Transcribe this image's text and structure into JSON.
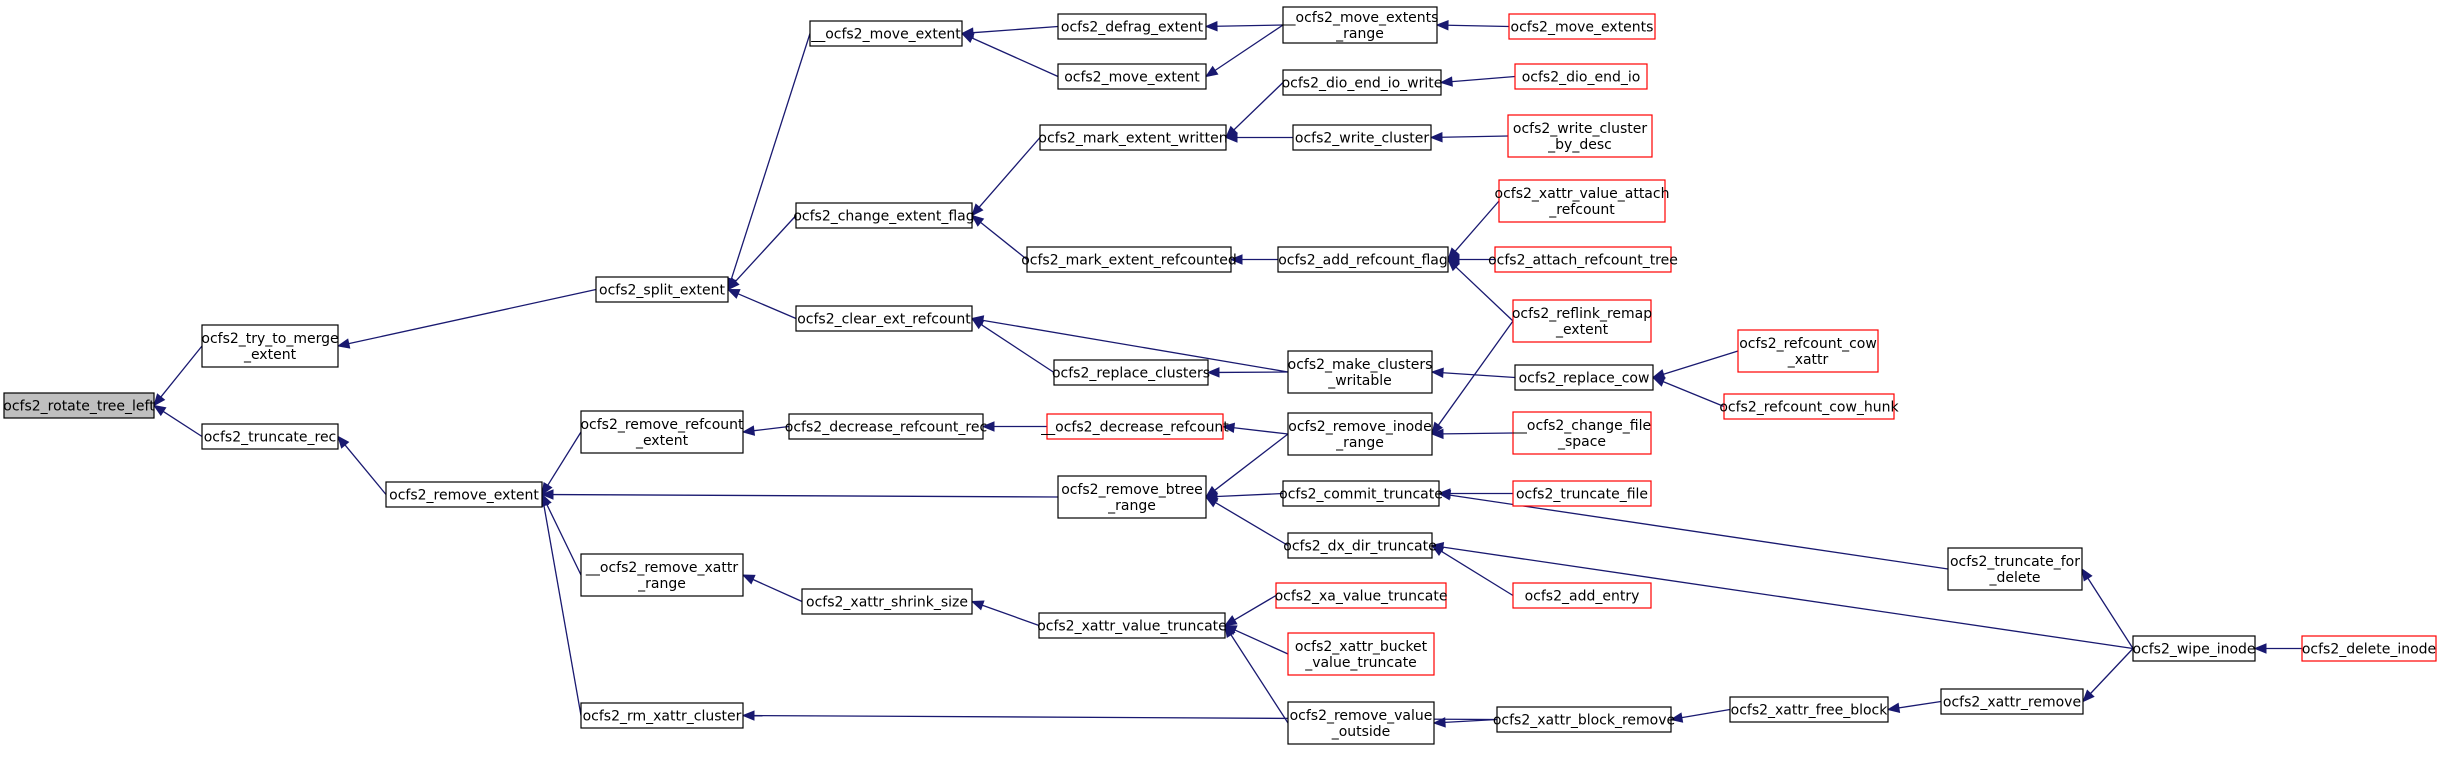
{
  "colors": {
    "edge": "#191970",
    "node_border": "#000000",
    "node_border_incomplete": "#ff0000",
    "root_fill": "#bfbfbf",
    "node_fill": "#ffffff"
  },
  "nodes": {
    "rotate_tree_left": {
      "lines": [
        "ocfs2_rotate_tree_left"
      ],
      "style": "root"
    },
    "try_to_merge_extent": {
      "lines": [
        "ocfs2_try_to_merge",
        "_extent"
      ],
      "style": "normal"
    },
    "truncate_rec": {
      "lines": [
        "ocfs2_truncate_rec"
      ],
      "style": "normal"
    },
    "split_extent": {
      "lines": [
        "ocfs2_split_extent"
      ],
      "style": "normal"
    },
    "remove_extent": {
      "lines": [
        "ocfs2_remove_extent"
      ],
      "style": "normal"
    },
    "__move_extent": {
      "lines": [
        "__ocfs2_move_extent"
      ],
      "style": "normal"
    },
    "change_extent_flag": {
      "lines": [
        "ocfs2_change_extent_flag"
      ],
      "style": "normal"
    },
    "clear_ext_refcount": {
      "lines": [
        "ocfs2_clear_ext_refcount"
      ],
      "style": "normal"
    },
    "remove_refcount_extent": {
      "lines": [
        "ocfs2_remove_refcount",
        "_extent"
      ],
      "style": "normal"
    },
    "__remove_xattr_range": {
      "lines": [
        "__ocfs2_remove_xattr",
        "_range"
      ],
      "style": "normal"
    },
    "rm_xattr_cluster": {
      "lines": [
        "ocfs2_rm_xattr_cluster"
      ],
      "style": "normal"
    },
    "defrag_extent": {
      "lines": [
        "ocfs2_defrag_extent"
      ],
      "style": "normal"
    },
    "move_extent": {
      "lines": [
        "ocfs2_move_extent"
      ],
      "style": "normal"
    },
    "mark_extent_written": {
      "lines": [
        "ocfs2_mark_extent_written"
      ],
      "style": "normal"
    },
    "mark_extent_refcounted": {
      "lines": [
        "ocfs2_mark_extent_refcounted"
      ],
      "style": "normal"
    },
    "replace_clusters": {
      "lines": [
        "ocfs2_replace_clusters"
      ],
      "style": "normal"
    },
    "decrease_refcount_rec": {
      "lines": [
        "ocfs2_decrease_refcount_rec"
      ],
      "style": "normal"
    },
    "remove_btree_range": {
      "lines": [
        "ocfs2_remove_btree",
        "_range"
      ],
      "style": "normal"
    },
    "xattr_shrink_size": {
      "lines": [
        "ocfs2_xattr_shrink_size"
      ],
      "style": "normal"
    },
    "xattr_value_truncate": {
      "lines": [
        "ocfs2_xattr_value_truncate"
      ],
      "style": "normal"
    },
    "__move_extents_range": {
      "lines": [
        "__ocfs2_move_extents",
        "_range"
      ],
      "style": "normal"
    },
    "dio_end_io_write": {
      "lines": [
        "ocfs2_dio_end_io_write"
      ],
      "style": "normal"
    },
    "write_cluster": {
      "lines": [
        "ocfs2_write_cluster"
      ],
      "style": "normal"
    },
    "add_refcount_flag": {
      "lines": [
        "ocfs2_add_refcount_flag"
      ],
      "style": "normal"
    },
    "make_clusters_writable": {
      "lines": [
        "ocfs2_make_clusters",
        "_writable"
      ],
      "style": "normal"
    },
    "__decrease_refcount": {
      "lines": [
        "__ocfs2_decrease_refcount"
      ],
      "style": "incomplete"
    },
    "remove_inode_range": {
      "lines": [
        "ocfs2_remove_inode",
        "_range"
      ],
      "style": "normal"
    },
    "commit_truncate": {
      "lines": [
        "ocfs2_commit_truncate"
      ],
      "style": "normal"
    },
    "dx_dir_truncate": {
      "lines": [
        "ocfs2_dx_dir_truncate"
      ],
      "style": "normal"
    },
    "xa_value_truncate": {
      "lines": [
        "ocfs2_xa_value_truncate"
      ],
      "style": "incomplete"
    },
    "xattr_bucket_value_truncate": {
      "lines": [
        "ocfs2_xattr_bucket",
        "_value_truncate"
      ],
      "style": "incomplete"
    },
    "remove_value_outside": {
      "lines": [
        "ocfs2_remove_value",
        "_outside"
      ],
      "style": "normal"
    },
    "move_extents": {
      "lines": [
        "ocfs2_move_extents"
      ],
      "style": "incomplete"
    },
    "dio_end_io": {
      "lines": [
        "ocfs2_dio_end_io"
      ],
      "style": "incomplete"
    },
    "write_cluster_by_desc": {
      "lines": [
        "ocfs2_write_cluster",
        "_by_desc"
      ],
      "style": "incomplete"
    },
    "xattr_value_attach_refcount": {
      "lines": [
        "ocfs2_xattr_value_attach",
        "_refcount"
      ],
      "style": "incomplete"
    },
    "attach_refcount_tree": {
      "lines": [
        "ocfs2_attach_refcount_tree"
      ],
      "style": "incomplete"
    },
    "reflink_remap_extent": {
      "lines": [
        "ocfs2_reflink_remap",
        "_extent"
      ],
      "style": "incomplete"
    },
    "replace_cow": {
      "lines": [
        "ocfs2_replace_cow"
      ],
      "style": "normal"
    },
    "__change_file_space": {
      "lines": [
        "__ocfs2_change_file",
        "_space"
      ],
      "style": "incomplete"
    },
    "truncate_file": {
      "lines": [
        "ocfs2_truncate_file"
      ],
      "style": "incomplete"
    },
    "add_entry": {
      "lines": [
        "ocfs2_add_entry"
      ],
      "style": "incomplete"
    },
    "xattr_block_remove": {
      "lines": [
        "ocfs2_xattr_block_remove"
      ],
      "style": "normal"
    },
    "refcount_cow_xattr": {
      "lines": [
        "ocfs2_refcount_cow",
        "_xattr"
      ],
      "style": "incomplete"
    },
    "refcount_cow_hunk": {
      "lines": [
        "ocfs2_refcount_cow_hunk"
      ],
      "style": "incomplete"
    },
    "xattr_free_block": {
      "lines": [
        "ocfs2_xattr_free_block"
      ],
      "style": "normal"
    },
    "truncate_for_delete": {
      "lines": [
        "ocfs2_truncate_for",
        "_delete"
      ],
      "style": "normal"
    },
    "xattr_remove": {
      "lines": [
        "ocfs2_xattr_remove"
      ],
      "style": "normal"
    },
    "wipe_inode": {
      "lines": [
        "ocfs2_wipe_inode"
      ],
      "style": "normal"
    },
    "delete_inode": {
      "lines": [
        "ocfs2_delete_inode"
      ],
      "style": "incomplete"
    }
  },
  "edges": [
    [
      "try_to_merge_extent",
      "rotate_tree_left"
    ],
    [
      "truncate_rec",
      "rotate_tree_left"
    ],
    [
      "split_extent",
      "try_to_merge_extent"
    ],
    [
      "remove_extent",
      "truncate_rec"
    ],
    [
      "__move_extent",
      "split_extent"
    ],
    [
      "change_extent_flag",
      "split_extent"
    ],
    [
      "clear_ext_refcount",
      "split_extent"
    ],
    [
      "remove_refcount_extent",
      "remove_extent"
    ],
    [
      "remove_btree_range",
      "remove_extent"
    ],
    [
      "__remove_xattr_range",
      "remove_extent"
    ],
    [
      "rm_xattr_cluster",
      "remove_extent"
    ],
    [
      "defrag_extent",
      "__move_extent"
    ],
    [
      "move_extent",
      "__move_extent"
    ],
    [
      "mark_extent_written",
      "change_extent_flag"
    ],
    [
      "mark_extent_refcounted",
      "change_extent_flag"
    ],
    [
      "make_clusters_writable",
      "clear_ext_refcount"
    ],
    [
      "replace_clusters",
      "clear_ext_refcount"
    ],
    [
      "decrease_refcount_rec",
      "remove_refcount_extent"
    ],
    [
      "xattr_shrink_size",
      "__remove_xattr_range"
    ],
    [
      "xattr_block_remove",
      "rm_xattr_cluster"
    ],
    [
      "__move_extents_range",
      "defrag_extent"
    ],
    [
      "__move_extents_range",
      "move_extent"
    ],
    [
      "dio_end_io_write",
      "mark_extent_written"
    ],
    [
      "write_cluster",
      "mark_extent_written"
    ],
    [
      "add_refcount_flag",
      "mark_extent_refcounted"
    ],
    [
      "make_clusters_writable",
      "replace_clusters"
    ],
    [
      "__decrease_refcount",
      "decrease_refcount_rec"
    ],
    [
      "remove_inode_range",
      "remove_btree_range"
    ],
    [
      "commit_truncate",
      "remove_btree_range"
    ],
    [
      "dx_dir_truncate",
      "remove_btree_range"
    ],
    [
      "xattr_value_truncate",
      "xattr_shrink_size"
    ],
    [
      "xa_value_truncate",
      "xattr_value_truncate"
    ],
    [
      "xattr_bucket_value_truncate",
      "xattr_value_truncate"
    ],
    [
      "remove_value_outside",
      "xattr_value_truncate"
    ],
    [
      "move_extents",
      "__move_extents_range"
    ],
    [
      "dio_end_io",
      "dio_end_io_write"
    ],
    [
      "write_cluster_by_desc",
      "write_cluster"
    ],
    [
      "xattr_value_attach_refcount",
      "add_refcount_flag"
    ],
    [
      "attach_refcount_tree",
      "add_refcount_flag"
    ],
    [
      "reflink_remap_extent",
      "add_refcount_flag"
    ],
    [
      "replace_cow",
      "make_clusters_writable"
    ],
    [
      "remove_inode_range",
      "__decrease_refcount"
    ],
    [
      "reflink_remap_extent",
      "remove_inode_range"
    ],
    [
      "__change_file_space",
      "remove_inode_range"
    ],
    [
      "truncate_file",
      "commit_truncate"
    ],
    [
      "truncate_for_delete",
      "commit_truncate"
    ],
    [
      "add_entry",
      "dx_dir_truncate"
    ],
    [
      "wipe_inode",
      "dx_dir_truncate"
    ],
    [
      "xattr_block_remove",
      "remove_value_outside"
    ],
    [
      "refcount_cow_xattr",
      "replace_cow"
    ],
    [
      "refcount_cow_hunk",
      "replace_cow"
    ],
    [
      "xattr_free_block",
      "xattr_block_remove"
    ],
    [
      "xattr_remove",
      "xattr_free_block"
    ],
    [
      "wipe_inode",
      "truncate_for_delete"
    ],
    [
      "wipe_inode",
      "xattr_remove"
    ],
    [
      "delete_inode",
      "wipe_inode"
    ]
  ]
}
